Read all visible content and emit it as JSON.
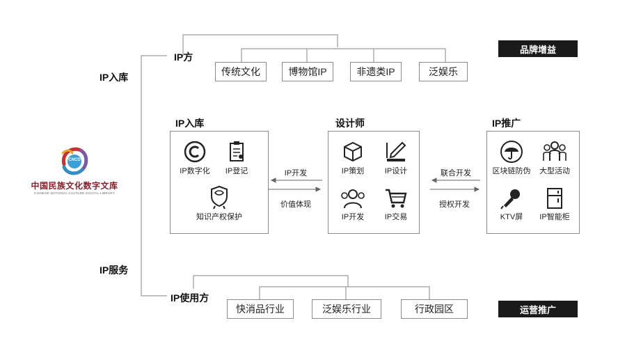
{
  "left_labels": {
    "ip_intake": "IP入库",
    "ip_service": "IP服务"
  },
  "logo": {
    "badge": "CNCD",
    "name_cn": "中国民族文化数字文库",
    "name_en": "CHINESE NATIONAL CULTURE DIGITAL LIBRARY"
  },
  "top": {
    "label": "IP方",
    "tag": "品牌增益",
    "items": [
      "传统文化",
      "博物馆IP",
      "非遗类IP",
      "泛娱乐"
    ]
  },
  "bottom": {
    "label": "IP使用方",
    "tag": "运营推广",
    "items": [
      "快消品行业",
      "泛娱乐行业",
      "行政园区"
    ]
  },
  "panels": {
    "intake": {
      "title": "IP入库",
      "items": [
        {
          "icon": "copyright-icon",
          "label": "IP数字化"
        },
        {
          "icon": "clipboard-register-icon",
          "label": "IP登记"
        },
        {
          "icon": "shield-badge-icon",
          "label": "知识产权保护"
        }
      ]
    },
    "designer": {
      "title": "设计师",
      "items": [
        {
          "icon": "box-icon",
          "label": "IP策划"
        },
        {
          "icon": "pen-ruler-icon",
          "label": "IP设计"
        },
        {
          "icon": "people-icon",
          "label": "IP开发"
        },
        {
          "icon": "shopping-cart-icon",
          "label": "IP交易"
        }
      ]
    },
    "promotion": {
      "title": "IP推广",
      "items": [
        {
          "icon": "umbrella-icon",
          "label": "区块链防伪"
        },
        {
          "icon": "crowd-icon",
          "label": "大型活动"
        },
        {
          "icon": "microphone-icon",
          "label": "KTV屏"
        },
        {
          "icon": "cabinet-icon",
          "label": "IP智能柜"
        }
      ]
    }
  },
  "arrows": {
    "left_top": "IP开发",
    "left_bottom": "价值体现",
    "right_top": "联合开发",
    "right_bottom": "授权开发"
  }
}
